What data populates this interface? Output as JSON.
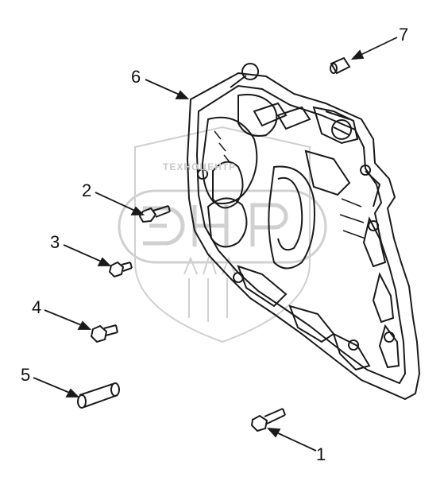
{
  "diagram": {
    "callouts": {
      "c1": "1",
      "c2": "2",
      "c3": "3",
      "c4": "4",
      "c5": "5",
      "c6": "6",
      "c7": "7"
    },
    "watermark": {
      "text": "ТЕХНОЦЕНТР",
      "logo_text": "ЭНР",
      "color": "#c8c8c8"
    },
    "line_color": "#1a1a1a"
  }
}
